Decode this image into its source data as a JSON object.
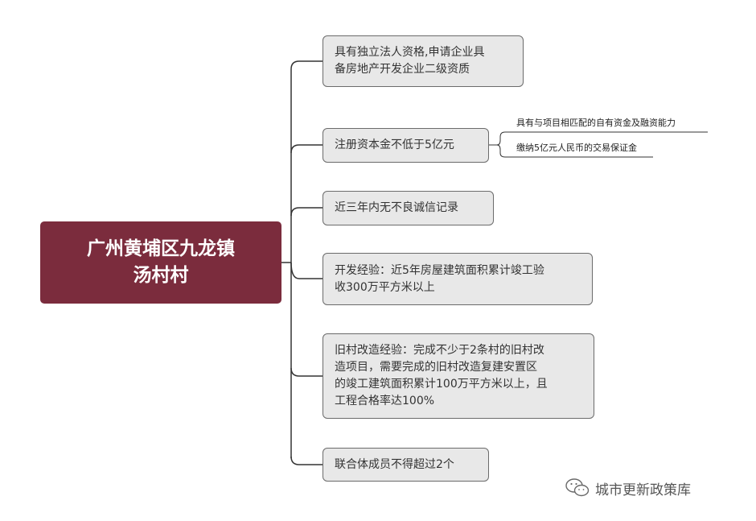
{
  "root": {
    "title": "广州黄埔区九龙镇\n汤村村"
  },
  "branches": [
    {
      "text": "具有独立法人资格,申请企业具\n备房地产开发企业二级资质"
    },
    {
      "text": "注册资本金不低于5亿元",
      "children": [
        "具有与项目相匹配的自有资金及融资能力",
        "缴纳5亿元人民币的交易保证金"
      ]
    },
    {
      "text": "近三年内无不良诚信记录"
    },
    {
      "text": "开发经验：近5年房屋建筑面积累计竣工验\n收300万平方米以上"
    },
    {
      "text": "旧村改造经验：完成不少于2条村的旧村改\n造项目，需要完成的旧村改造复建安置区\n的竣工建筑面积累计100万平方米以上，且\n工程合格率达100%"
    },
    {
      "text": "联合体成员不得超过2个"
    }
  ],
  "watermark": {
    "text": "城市更新政策库",
    "icon": "wechat-icon"
  },
  "colors": {
    "root_fill": "#7b2c3d",
    "node_fill": "#e8e8e8",
    "line": "#333333"
  }
}
